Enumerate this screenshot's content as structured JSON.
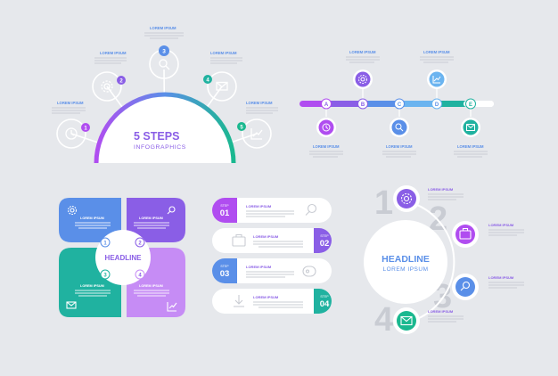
{
  "colors": {
    "background": "#e6e8ec",
    "blue": "#5a8fe8",
    "light_blue": "#6bb4f0",
    "teal": "#20b2a0",
    "green": "#1ab88f",
    "purple": "#8a5ee6",
    "violet": "#b04df0",
    "lavender": "#c68cf5",
    "gray_number": "#c9ccd3",
    "text_gray": "#b4b8c2"
  },
  "icons": [
    "clock-icon",
    "gear-icon",
    "magnifier-icon",
    "mail-icon",
    "chart-icon",
    "briefcase-icon",
    "upload-icon",
    "download-icon",
    "box-icon",
    "tag-icon",
    "lightbulb-icon"
  ],
  "lorem": "LOREM IPSUM",
  "semicircle": {
    "title": "5 STEPS",
    "subtitle": "INFOGRAPHICS",
    "steps": [
      {
        "number": "1",
        "label": "LOREM IPSUM",
        "icon": "clock-icon"
      },
      {
        "number": "2",
        "label": "LOREM IPSUM",
        "icon": "gear-icon"
      },
      {
        "number": "3",
        "label": "LOREM IPSUM",
        "icon": "magnifier-icon"
      },
      {
        "number": "4",
        "label": "LOREM IPSUM",
        "icon": "mail-icon"
      },
      {
        "number": "5",
        "label": "LOREM IPSUM",
        "icon": "chart-icon"
      }
    ]
  },
  "timeline": {
    "letters": [
      "A",
      "B",
      "C",
      "D",
      "E"
    ],
    "top_labels": [
      "LOREM IPSUM",
      "LOREM IPSUM"
    ],
    "bottom_labels": [
      "LOREM IPSUM",
      "LOREM IPSUM",
      "LOREM IPSUM"
    ]
  },
  "quad": {
    "headline": "HEADLINE",
    "numbers": [
      "1",
      "2",
      "3",
      "4"
    ],
    "labels": [
      "LOREM IPSUM",
      "LOREM IPSUM",
      "LOREM IPSUM",
      "LOREM IPSUM"
    ]
  },
  "list": {
    "step_word": "STEP",
    "numbers": [
      "01",
      "02",
      "03",
      "04"
    ],
    "labels": [
      "LOREM IPSUM",
      "LOREM IPSUM",
      "LOREM IPSUM",
      "LOREM IPSUM"
    ]
  },
  "circle": {
    "headline": "HEADLINE",
    "sub": "LOREM IPSUM",
    "numbers": [
      "1",
      "2",
      "3",
      "4"
    ],
    "labels": [
      "LOREM IPSUM",
      "LOREM IPSUM",
      "LOREM IPSUM",
      "LOREM IPSUM"
    ]
  }
}
